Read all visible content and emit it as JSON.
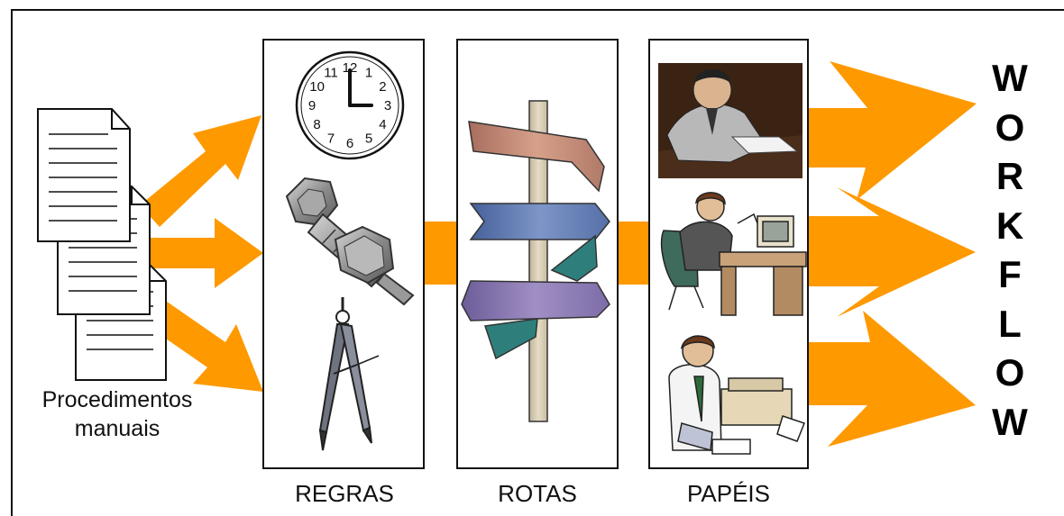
{
  "source_label": [
    "Procedimentos",
    "manuais"
  ],
  "panels": {
    "regras": "REGRAS",
    "rotas": "ROTAS",
    "papeis": "PAPÉIS"
  },
  "workflow_letters": [
    "W",
    "O",
    "R",
    "K",
    "F",
    "L",
    "O",
    "W"
  ],
  "clock_numbers": [
    "12",
    "1",
    "2",
    "3",
    "4",
    "5",
    "6",
    "7",
    "8",
    "9",
    "10",
    "11"
  ],
  "colors": {
    "arrow": "#FF9900",
    "panel_border": "#111111",
    "sign_top": "#C98A74",
    "sign_middle": "#5E77AE",
    "sign_teal": "#2E7F7C",
    "sign_bottom": "#8370A8",
    "post": "#D8CCB4"
  },
  "icons": [
    "document-icon",
    "clock-icon",
    "bolt-icon",
    "compass-icon",
    "signpost-icon",
    "businessman-icon",
    "clerk-at-desk-icon",
    "office-worker-icon"
  ]
}
